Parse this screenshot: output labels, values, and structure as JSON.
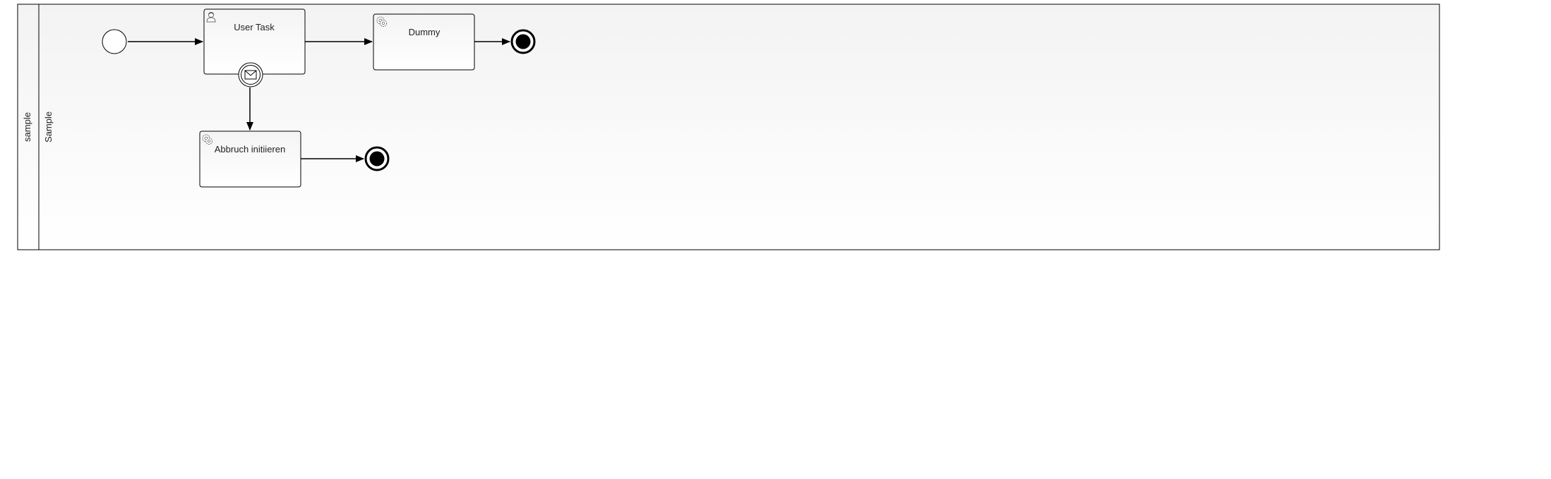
{
  "pool": {
    "label": "sample"
  },
  "lane": {
    "label": "Sample"
  },
  "tasks": {
    "user_task": {
      "label": "User Task",
      "type": "user-task"
    },
    "dummy": {
      "label": "Dummy",
      "type": "service-task"
    },
    "abbruch": {
      "label": "Abbruch initiieren",
      "type": "service-task"
    }
  },
  "events": {
    "start": "start-event",
    "boundary": "message-boundary-event",
    "end_1": "end-event",
    "end_2": "end-event"
  },
  "colors": {
    "stroke": "#000000",
    "task_fill_top": "#f4f4f4",
    "task_fill_bottom": "#ffffff",
    "lane_fill_top": "#f3f3f3",
    "lane_fill_bottom": "#ffffff"
  }
}
